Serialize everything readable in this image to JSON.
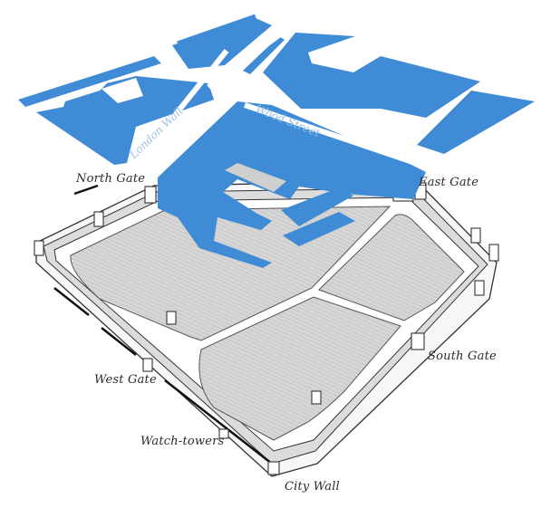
{
  "diagram": {
    "subject": "Roman fort overlaid with modern street plan",
    "colors": {
      "modern_blocks": "#3f8bd6",
      "fort_ground": "#d3d3d3",
      "fort_outline": "#333333",
      "roads": "#ffffff",
      "street_label": "#9cc3ea",
      "label_text": "#2a2a2a"
    },
    "streets": [
      {
        "id": "london-wall",
        "label": "London Wall"
      },
      {
        "id": "wood-street",
        "label": "Wood Street"
      }
    ],
    "labels": {
      "north_gate": "North Gate",
      "east_gate": "East Gate",
      "south_gate": "South Gate",
      "west_gate": "West Gate",
      "watch_towers": "Watch-towers",
      "city_wall": "City Wall"
    }
  }
}
